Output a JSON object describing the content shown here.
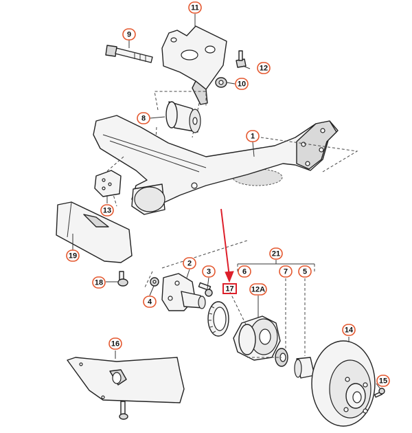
{
  "callouts": [
    {
      "id": "11",
      "label": "11"
    },
    {
      "id": "9",
      "label": "9"
    },
    {
      "id": "12",
      "label": "12"
    },
    {
      "id": "10",
      "label": "10"
    },
    {
      "id": "8",
      "label": "8"
    },
    {
      "id": "1",
      "label": "1"
    },
    {
      "id": "13",
      "label": "13"
    },
    {
      "id": "19",
      "label": "19"
    },
    {
      "id": "18",
      "label": "18"
    },
    {
      "id": "2",
      "label": "2"
    },
    {
      "id": "3",
      "label": "3"
    },
    {
      "id": "4",
      "label": "4"
    },
    {
      "id": "21",
      "label": "21"
    },
    {
      "id": "6",
      "label": "6"
    },
    {
      "id": "7",
      "label": "7"
    },
    {
      "id": "5",
      "label": "5"
    },
    {
      "id": "12A",
      "label": "12A"
    },
    {
      "id": "14",
      "label": "14"
    },
    {
      "id": "16",
      "label": "16"
    },
    {
      "id": "15",
      "label": "15"
    }
  ],
  "highlight": {
    "label": "17",
    "accent_color": "#dd1f2a"
  },
  "colors": {
    "bubble_border": "#e4572e",
    "line": "#222222"
  }
}
